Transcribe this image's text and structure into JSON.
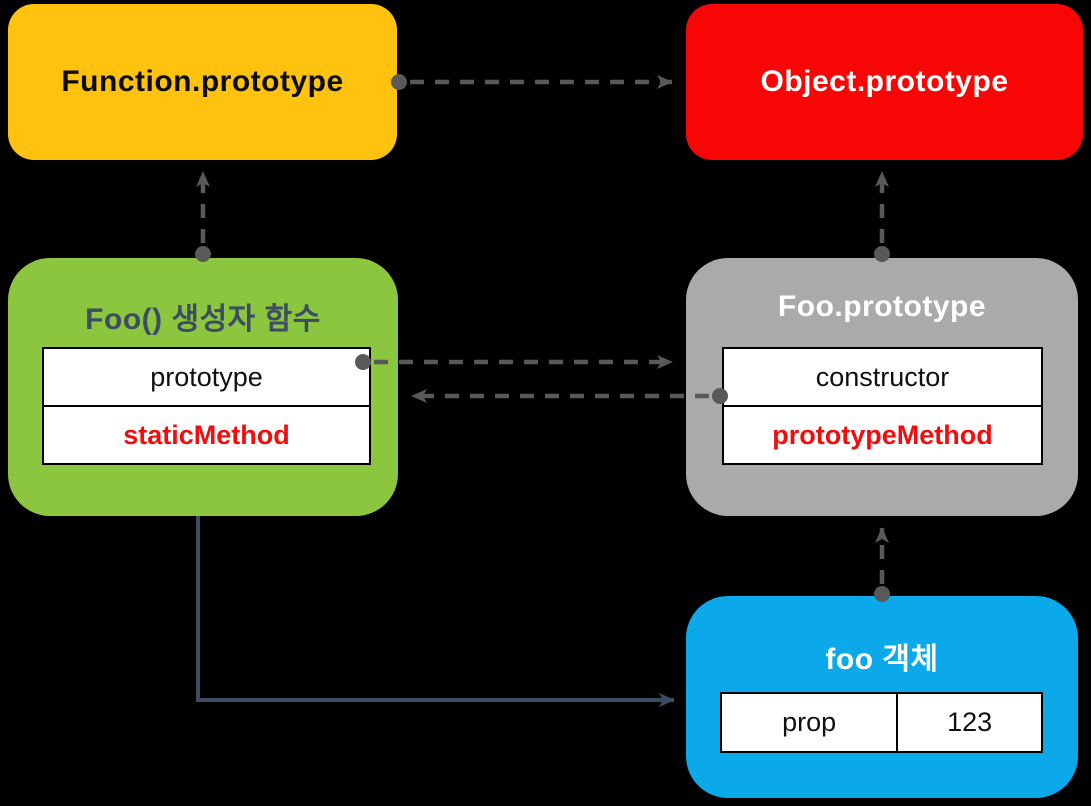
{
  "diagram": {
    "background_color": "#000000",
    "arrow_dashed_color": "#595959",
    "arrow_solid_color": "#3E4C61",
    "method_text_color": "#F20D0D",
    "nodes": {
      "function_prototype": {
        "label": "Function.prototype",
        "color": "#FFC20E",
        "text_color": "#0d0d0d"
      },
      "object_prototype": {
        "label": "Object.prototype",
        "color": "#F80505",
        "text_color": "#ffffff"
      },
      "foo_constructor_function": {
        "title": "Foo() 생성자 함수",
        "color": "#8CC63E",
        "title_color": "#3E4D63",
        "rows": [
          "prototype",
          "staticMethod"
        ]
      },
      "foo_prototype": {
        "title": "Foo.prototype",
        "color": "#ACA9A9",
        "title_color": "#ffffff",
        "rows": [
          "constructor",
          "prototypeMethod"
        ]
      },
      "foo_object": {
        "title": "foo 객체",
        "color": "#0BA9E9",
        "title_color": "#ffffff",
        "prop_key": "prop",
        "prop_value": "123"
      }
    }
  }
}
